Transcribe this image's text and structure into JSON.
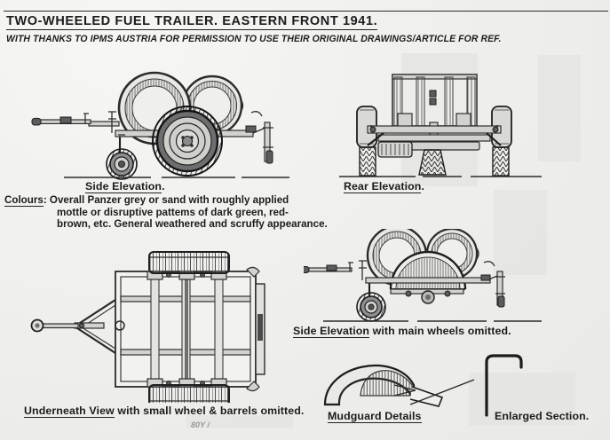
{
  "sheet": {
    "title": "TWO-WHEELED FUEL TRAILER.   EASTERN FRONT 1941.",
    "credit": "WITH THANKS TO IPMS AUSTRIA FOR PERMISSION TO USE THEIR ORIGINAL DRAWINGS/ARTICLE FOR REF.",
    "background_color": "#efefed",
    "ink_color": "#2b2b2b"
  },
  "notes": {
    "colours_label": "Colours",
    "colours_sep": ":",
    "colours_line1": "Overall Panzer grey or sand  with roughly applied",
    "colours_line2": "mottle or disruptive pattems of dark green, red-",
    "colours_line3": "brown, etc. General weathered and scruffy appearance."
  },
  "figures": {
    "side_elevation": {
      "caption": "Side Elevation.",
      "caption_underlined": "Side Elevation",
      "parts": [
        "barrel-front",
        "barrel-rear",
        "main-wheel",
        "jockey-wheel",
        "drawbar",
        "chassis-rail",
        "rear-fitting"
      ]
    },
    "rear_elevation": {
      "caption": "Rear Elevation.",
      "caption_underlined": "Rear Elevation",
      "parts": [
        "barrel-rack",
        "left-wheel",
        "right-wheel",
        "axle",
        "leaf-spring-left",
        "leaf-spring-right",
        "centre-support",
        "silencer-box"
      ]
    },
    "side_elevation_no_wheels": {
      "caption_underlined": "Side Elevation",
      "caption_rest": "with  main wheels omitted.",
      "parts": [
        "barrel-front",
        "barrel-rear",
        "mudguard",
        "jockey-wheel",
        "drawbar",
        "chassis-rail"
      ]
    },
    "underneath_view": {
      "caption_underlined": "Underneath View",
      "caption_rest": "with small wheel & barrels omitted.",
      "parts": [
        "a-frame-drawbar",
        "tow-eye",
        "chassis-frame",
        "cross-members",
        "leaf-spring-top",
        "leaf-spring-bottom",
        "rear-panel"
      ]
    },
    "mudguard_details": {
      "caption_underlined": "Mudguard Details",
      "parts": [
        "mudguard-shell",
        "mounting-bracket",
        "leader-line"
      ]
    },
    "enlarged_section": {
      "caption": "Enlarged Section.",
      "parts": [
        "section-profile"
      ]
    },
    "faint_bottom_text": "80Y /"
  }
}
